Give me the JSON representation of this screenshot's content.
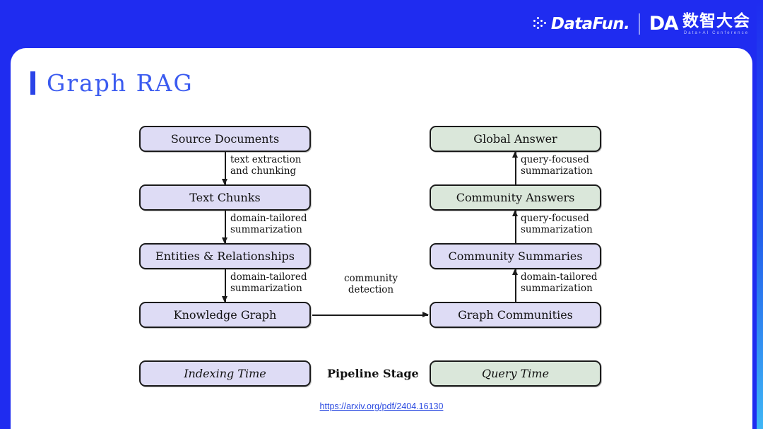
{
  "brand": {
    "datafun_icon": "dot-grid-icon",
    "datafun_name": "DataFun.",
    "da_mark": "DA",
    "conference_cn": "数智大会",
    "conference_en": "Data+AI Conference"
  },
  "slide": {
    "title": "Graph RAG",
    "accent_color": "#3b5bf0",
    "background_color": "#1F2CF0"
  },
  "figure": {
    "indexing_nodes": [
      {
        "label": "Source Documents",
        "color": "lavender"
      },
      {
        "label": "Text Chunks",
        "color": "lavender"
      },
      {
        "label": "Entities & Relationships",
        "color": "lavender"
      },
      {
        "label": "Knowledge Graph",
        "color": "lavender"
      }
    ],
    "query_nodes": [
      {
        "label": "Global Answer",
        "color": "green"
      },
      {
        "label": "Community Answers",
        "color": "green"
      },
      {
        "label": "Community Summaries",
        "color": "lavender"
      },
      {
        "label": "Graph Communities",
        "color": "lavender"
      }
    ],
    "indexing_edges": [
      {
        "line1": "text extraction",
        "line2": "and chunking"
      },
      {
        "line1": "domain-tailored",
        "line2": "summarization"
      },
      {
        "line1": "domain-tailored",
        "line2": "summarization"
      }
    ],
    "query_edges": [
      {
        "line1": "query-focused",
        "line2": "summarization"
      },
      {
        "line1": "query-focused",
        "line2": "summarization"
      },
      {
        "line1": "domain-tailored",
        "line2": "summarization"
      }
    ],
    "cross_edge": {
      "line1": "community",
      "line2": "detection"
    },
    "legend": {
      "left": "Indexing Time",
      "center": "Pipeline Stage",
      "right": "Query Time"
    },
    "colors": {
      "lavender_fill": "#dedcf5",
      "green_fill": "#dae7da",
      "border": "#1b1b1b"
    }
  },
  "source": {
    "url": "https://arxiv.org/pdf/2404.16130"
  }
}
